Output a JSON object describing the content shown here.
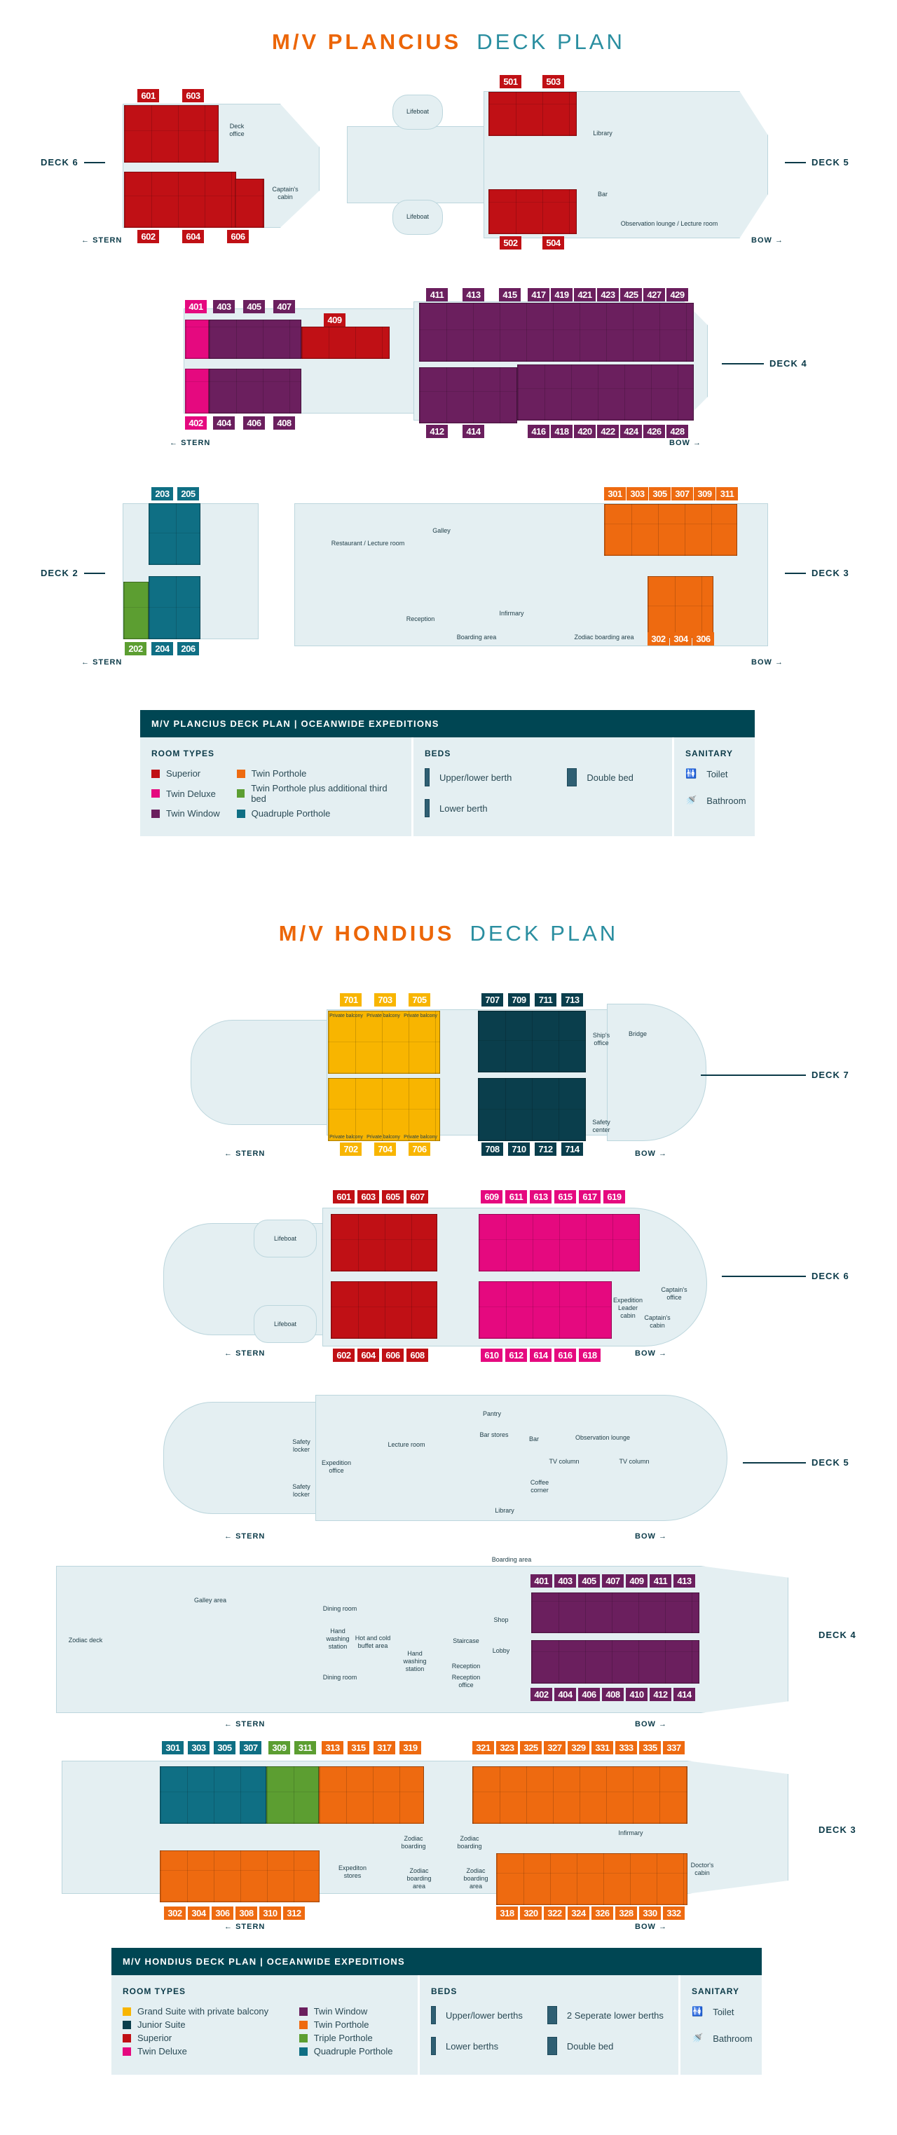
{
  "colors": {
    "superior": "#c01015",
    "twin_deluxe": "#e5097f",
    "twin_window": "#6b1f5e",
    "twin_porthole": "#ee6a10",
    "third_bed": "#5c9e31",
    "triple": "#5c9e31",
    "quadruple": "#0f6f84",
    "grand_suite": "#f8b500",
    "junior_suite": "#0a3e4c",
    "header": "#004653",
    "accent": "#ec6608"
  },
  "common": {
    "stern": "STERN",
    "bow": "BOW"
  },
  "plancius": {
    "title": {
      "ship": "M/V PLANCIUS",
      "plan": "DECK PLAN"
    },
    "d6": {
      "label": "DECK 6",
      "areas": {
        "deck_office": "Deck office",
        "captains_cabin": "Captain's cabin"
      },
      "top": [
        {
          "type": "superior",
          "rooms": [
            "601",
            "603"
          ]
        }
      ],
      "bottom": [
        {
          "type": "superior",
          "rooms": [
            "602",
            "604",
            "606"
          ]
        }
      ]
    },
    "d5": {
      "label": "DECK 5",
      "areas": {
        "lifeboat": "Lifeboat",
        "library": "Library",
        "bar": "Bar",
        "lounge": "Observation lounge / Lecture room"
      },
      "top": [
        {
          "type": "superior",
          "rooms": [
            "501",
            "503"
          ]
        }
      ],
      "bottom": [
        {
          "type": "superior",
          "rooms": [
            "502",
            "504"
          ]
        }
      ]
    },
    "d4": {
      "label": "DECK 4",
      "top": [
        {
          "type": "twin_deluxe",
          "rooms": [
            "401"
          ]
        },
        {
          "type": "twin_window",
          "rooms": [
            "403",
            "405",
            "407"
          ]
        },
        {
          "type": "superior",
          "rooms": [
            "409"
          ]
        },
        {
          "type": "twin_window",
          "rooms": [
            "411",
            "413",
            "415"
          ]
        },
        {
          "type": "twin_window",
          "rooms": [
            "417",
            "419",
            "421",
            "423",
            "425",
            "427",
            "429"
          ]
        }
      ],
      "bottom": [
        {
          "type": "twin_deluxe",
          "rooms": [
            "402"
          ]
        },
        {
          "type": "twin_window",
          "rooms": [
            "404",
            "406",
            "408"
          ]
        },
        {
          "type": "twin_window",
          "rooms": [
            "412",
            "414"
          ]
        },
        {
          "type": "twin_window",
          "rooms": [
            "416",
            "418",
            "420",
            "422",
            "424",
            "426",
            "428"
          ]
        }
      ]
    },
    "d2": {
      "label": "DECK 2",
      "top": [
        {
          "type": "quadruple",
          "rooms": [
            "203",
            "205"
          ]
        }
      ],
      "bottom": [
        {
          "type": "third_bed",
          "rooms": [
            "202"
          ]
        },
        {
          "type": "quadruple",
          "rooms": [
            "204",
            "206"
          ]
        }
      ]
    },
    "d3": {
      "label": "DECK 3",
      "areas": {
        "galley": "Galley",
        "restaurant": "Restaurant / Lecture room",
        "reception": "Reception",
        "infirmary": "Infirmary",
        "boarding": "Boarding area",
        "zodiac": "Zodiac boarding area"
      },
      "top": [
        {
          "type": "twin_porthole",
          "rooms": [
            "301",
            "303",
            "305",
            "307",
            "309",
            "311"
          ]
        }
      ],
      "bottom": [
        {
          "type": "twin_porthole",
          "rooms": [
            "302",
            "304",
            "306"
          ]
        }
      ]
    },
    "legend": {
      "header": "M/V PLANCIUS DECK PLAN | OCEANWIDE EXPEDITIONS",
      "room_types_title": "ROOM TYPES",
      "room_types": [
        {
          "type": "superior",
          "label": "Superior"
        },
        {
          "type": "twin_deluxe",
          "label": "Twin Deluxe"
        },
        {
          "type": "twin_window",
          "label": "Twin Window"
        },
        {
          "type": "twin_porthole",
          "label": "Twin Porthole"
        },
        {
          "type": "third_bed",
          "label": "Twin Porthole plus additional third bed"
        },
        {
          "type": "quadruple",
          "label": "Quadruple Porthole"
        }
      ],
      "beds_title": "BEDS",
      "beds": [
        "Upper/lower berth",
        "Double bed",
        "Lower berth"
      ],
      "sanitary_title": "SANITARY",
      "sanitary": [
        "Toilet",
        "Bathroom"
      ]
    }
  },
  "hondius": {
    "title": {
      "ship": "M/V HONDIUS",
      "plan": "DECK PLAN"
    },
    "d7": {
      "label": "DECK 7",
      "areas": {
        "balcony": "Private balcony",
        "ships_office": "Ship's office",
        "bridge": "Bridge",
        "safety_center": "Safety center"
      },
      "top": [
        {
          "type": "grand_suite",
          "rooms": [
            "701",
            "703",
            "705"
          ]
        },
        {
          "type": "junior_suite",
          "rooms": [
            "707",
            "709",
            "711",
            "713"
          ]
        }
      ],
      "bottom": [
        {
          "type": "grand_suite",
          "rooms": [
            "702",
            "704",
            "706"
          ]
        },
        {
          "type": "junior_suite",
          "rooms": [
            "708",
            "710",
            "712",
            "714"
          ]
        }
      ]
    },
    "d6": {
      "label": "DECK 6",
      "areas": {
        "lifeboat": "Lifeboat",
        "expedition_leader": "Expedition Leader cabin",
        "captains_office": "Captain's office",
        "captains_cabin": "Captain's cabin"
      },
      "top": [
        {
          "type": "superior",
          "rooms": [
            "601",
            "603",
            "605",
            "607"
          ]
        },
        {
          "type": "twin_deluxe",
          "rooms": [
            "609",
            "611",
            "613",
            "615",
            "617",
            "619"
          ]
        }
      ],
      "bottom": [
        {
          "type": "superior",
          "rooms": [
            "602",
            "604",
            "606",
            "608"
          ]
        },
        {
          "type": "twin_deluxe",
          "rooms": [
            "610",
            "612",
            "614",
            "616",
            "618"
          ]
        }
      ]
    },
    "d5": {
      "label": "DECK 5",
      "areas": {
        "safety_locker": "Safety locker",
        "expedition_office": "Expedition office",
        "lecture_room": "Lecture room",
        "pantry": "Pantry",
        "bar_stores": "Bar stores",
        "bar": "Bar",
        "observation_lounge": "Observation lounge",
        "tv_column": "TV column",
        "coffee_corner": "Coffee corner",
        "library": "Library"
      }
    },
    "d4": {
      "label": "DECK 4",
      "areas": {
        "boarding_area": "Boarding area",
        "galley_area": "Galley area",
        "zodiac_deck": "Zodiac deck",
        "dining_room": "Dining room",
        "hand_washing": "Hand washing station",
        "buffet": "Hot and cold buffet area",
        "staircase": "Staircase",
        "shop": "Shop",
        "lobby": "Lobby",
        "reception": "Reception",
        "reception_office": "Reception office"
      },
      "top": [
        {
          "type": "twin_window",
          "rooms": [
            "401",
            "403",
            "405",
            "407",
            "409",
            "411",
            "413"
          ]
        }
      ],
      "bottom": [
        {
          "type": "twin_window",
          "rooms": [
            "402",
            "404",
            "406",
            "408",
            "410",
            "412",
            "414"
          ]
        }
      ]
    },
    "d3": {
      "label": "DECK 3",
      "areas": {
        "zodiac_boarding": "Zodiac boarding",
        "zodiac_boarding_area": "Zodiac boarding area",
        "expedition_stores": "Expediton stores",
        "infirmary": "Infirmary",
        "doctors_cabin": "Doctor's cabin"
      },
      "top": [
        {
          "type": "quadruple",
          "rooms": [
            "301",
            "303",
            "305",
            "307"
          ]
        },
        {
          "type": "triple",
          "rooms": [
            "309",
            "311"
          ]
        },
        {
          "type": "twin_porthole",
          "rooms": [
            "313",
            "315",
            "317",
            "319"
          ]
        },
        {
          "type": "twin_porthole",
          "rooms": [
            "321",
            "323",
            "325",
            "327",
            "329",
            "331",
            "333",
            "335",
            "337"
          ]
        }
      ],
      "bottom": [
        {
          "type": "twin_porthole",
          "rooms": [
            "302",
            "304",
            "306",
            "308",
            "310",
            "312"
          ]
        },
        {
          "type": "twin_porthole",
          "rooms": [
            "318",
            "320",
            "322",
            "324",
            "326",
            "328",
            "330",
            "332"
          ]
        }
      ]
    },
    "legend": {
      "header": "M/V HONDIUS DECK PLAN | OCEANWIDE EXPEDITIONS",
      "room_types_title": "ROOM TYPES",
      "room_types": [
        {
          "type": "grand_suite",
          "label": "Grand Suite with private balcony"
        },
        {
          "type": "junior_suite",
          "label": "Junior Suite"
        },
        {
          "type": "superior",
          "label": "Superior"
        },
        {
          "type": "twin_deluxe",
          "label": "Twin Deluxe"
        },
        {
          "type": "twin_window",
          "label": "Twin Window"
        },
        {
          "type": "twin_porthole",
          "label": "Twin Porthole"
        },
        {
          "type": "triple",
          "label": "Triple Porthole"
        },
        {
          "type": "quadruple",
          "label": "Quadruple Porthole"
        }
      ],
      "beds_title": "BEDS",
      "beds": [
        "Upper/lower berths",
        "2 Seperate lower berths",
        "Lower berths",
        "Double bed"
      ],
      "sanitary_title": "SANITARY",
      "sanitary": [
        "Toilet",
        "Bathroom"
      ]
    }
  }
}
